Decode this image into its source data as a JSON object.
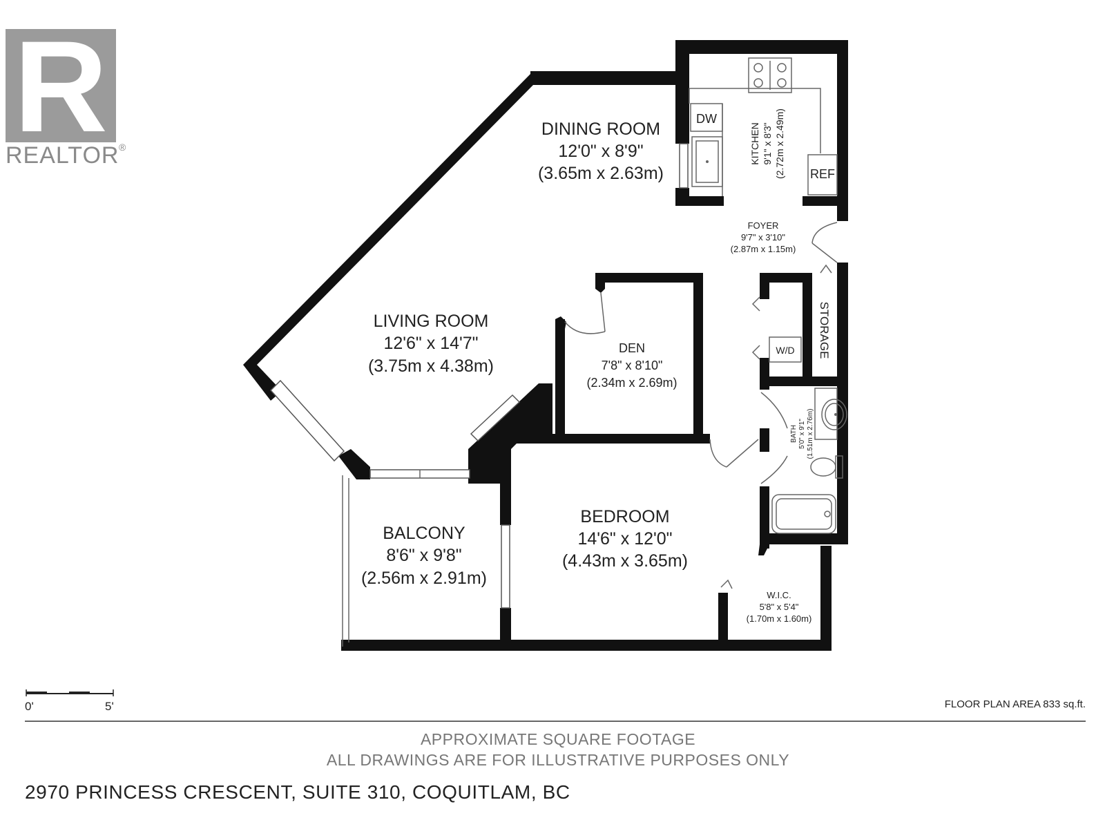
{
  "logo": {
    "letter": "R",
    "text": "REALTOR",
    "reg": "®"
  },
  "rooms": {
    "dining": {
      "name": "DINING ROOM",
      "dim_imperial": "12'0\" x 8'9\"",
      "dim_metric": "(3.65m x 2.63m)"
    },
    "kitchen": {
      "name": "KITCHEN",
      "dim_imperial": "9'1\" x 8'3\"",
      "dim_metric": "(2.72m x 2.49m)"
    },
    "foyer": {
      "name": "FOYER",
      "dim_imperial": "9'7\" x 3'10\"",
      "dim_metric": "(2.87m x 1.15m)"
    },
    "living": {
      "name": "LIVING ROOM",
      "dim_imperial": "12'6\" x 14'7\"",
      "dim_metric": "(3.75m x 4.38m)"
    },
    "den": {
      "name": "DEN",
      "dim_imperial": "7'8\" x 8'10\"",
      "dim_metric": "(2.34m x 2.69m)"
    },
    "storage": {
      "name": "STORAGE"
    },
    "wd": {
      "name": "W/D"
    },
    "bath": {
      "name": "BATH",
      "dim_imperial": "5'0\" x 9'1\"",
      "dim_metric": "(1.51m x 2.76m)"
    },
    "balcony": {
      "name": "BALCONY",
      "dim_imperial": "8'6\" x 9'8\"",
      "dim_metric": "(2.56m x 2.91m)"
    },
    "bedroom": {
      "name": "BEDROOM",
      "dim_imperial": "14'6\" x 12'0\"",
      "dim_metric": "(4.43m x 3.65m)"
    },
    "wic": {
      "name": "W.I.C.",
      "dim_imperial": "5'8\" x 5'4\"",
      "dim_metric": "(1.70m x 1.60m)"
    }
  },
  "fixtures": {
    "dishwasher": "DW",
    "fridge": "REF"
  },
  "scale": {
    "start": "0'",
    "end": "5'"
  },
  "floor_area": "FLOOR PLAN AREA 833 sq.ft.",
  "disclaimer": {
    "line1": "APPROXIMATE SQUARE FOOTAGE",
    "line2": "ALL DRAWINGS ARE FOR ILLUSTRATIVE PURPOSES ONLY"
  },
  "address": "2970 PRINCESS CRESCENT, SUITE 310, COQUITLAM, BC"
}
